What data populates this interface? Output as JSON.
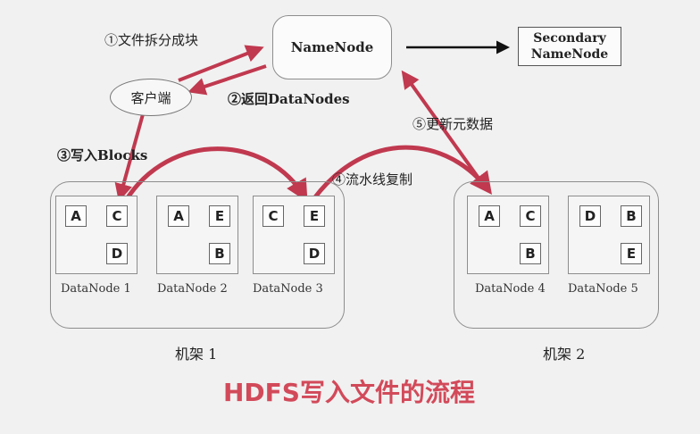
{
  "namenode": {
    "label": "NameNode"
  },
  "secondary": {
    "line1": "Secondary",
    "line2": "NameNode"
  },
  "client": {
    "label": "客户端"
  },
  "steps": {
    "s1": "①文件拆分成块",
    "s2": "②返回DataNodes",
    "s3": "③写入Blocks",
    "s4": "④流水线复制",
    "s5": "⑤更新元数据"
  },
  "racks": [
    {
      "label": "机架 1",
      "datanodes": [
        {
          "label": "DataNode 1",
          "blocks": [
            "A",
            "C",
            "D"
          ]
        },
        {
          "label": "DataNode 2",
          "blocks": [
            "A",
            "E",
            "B"
          ]
        },
        {
          "label": "DataNode 3",
          "blocks": [
            "C",
            "E",
            "D"
          ]
        }
      ]
    },
    {
      "label": "机架 2",
      "datanodes": [
        {
          "label": "DataNode 4",
          "blocks": [
            "A",
            "C",
            "B"
          ]
        },
        {
          "label": "DataNode 5",
          "blocks": [
            "D",
            "B",
            "E"
          ]
        }
      ]
    }
  ],
  "title": "HDFS写入文件的流程",
  "colors": {
    "arrow": "#c0394f",
    "title": "#d24a5a",
    "line": "#222222"
  }
}
